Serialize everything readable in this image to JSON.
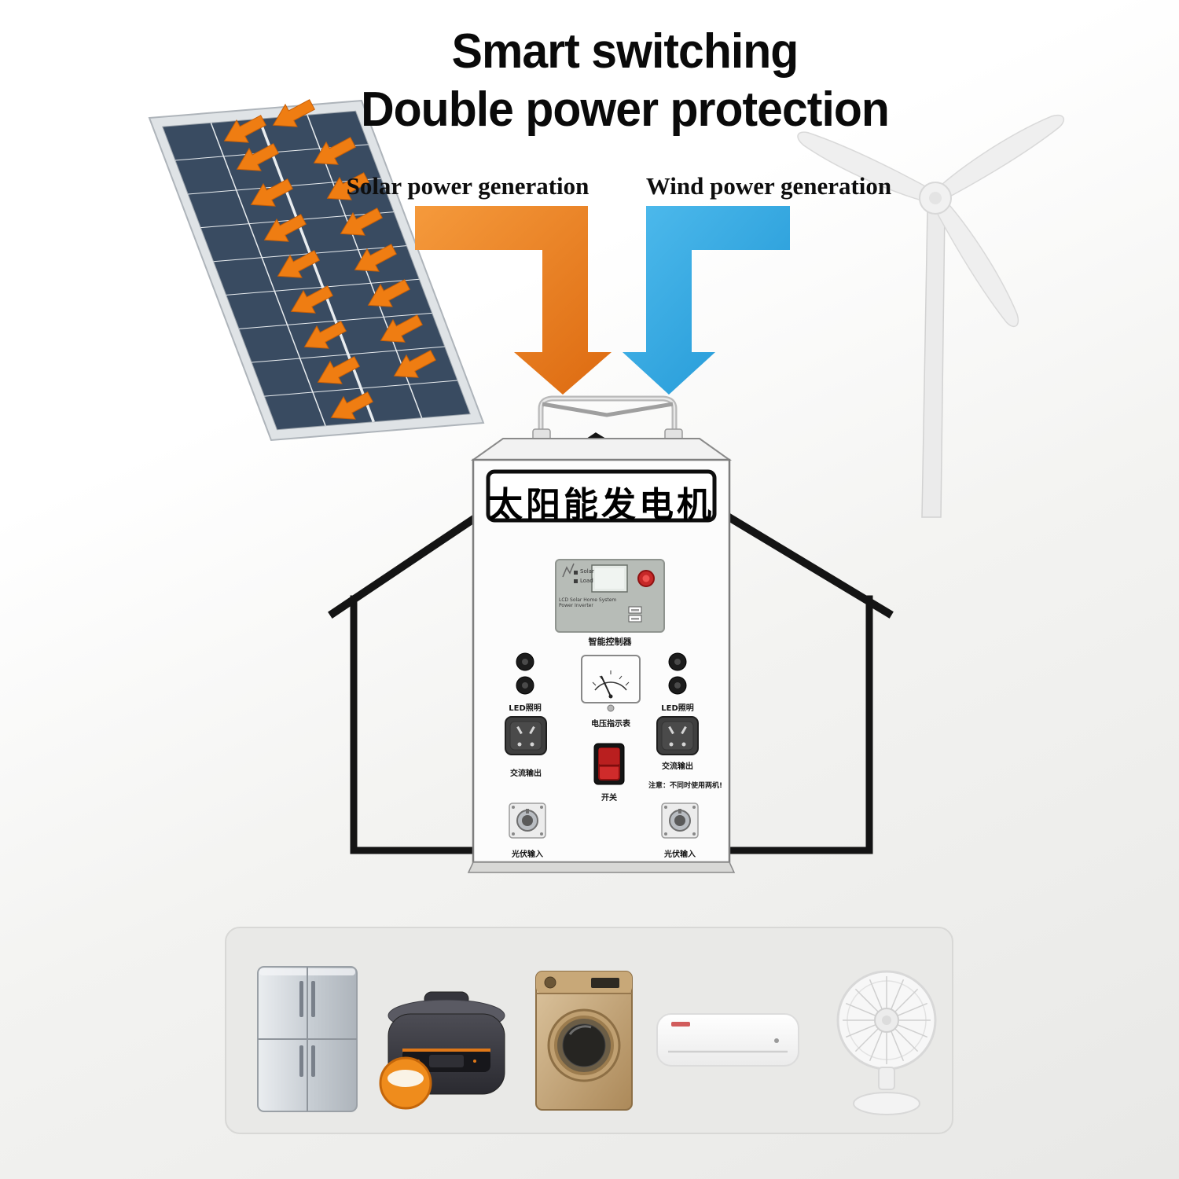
{
  "title": {
    "line1": "Smart switching",
    "line2": "Double power protection"
  },
  "sources": {
    "solar": {
      "label": "Solar power generation",
      "arrow_color": "#e8791c"
    },
    "wind": {
      "label": "Wind power generation",
      "arrow_color": "#2aa7e8"
    }
  },
  "generator": {
    "nameplate": "太阳能发电机",
    "labels": {
      "controller": "智能控制器",
      "led_left": "LED照明",
      "led_right": "LED照明",
      "voltmeter": "电压指示表",
      "ac_out_left": "交流输出",
      "ac_out_right": "交流输出",
      "switch": "开关",
      "notice": "注意：不同时使用两机!",
      "pv_in_left": "光伏输入",
      "pv_in_right": "光伏输入"
    },
    "lcd": {
      "solar": "Solar",
      "load": "Load",
      "caption": "LCD Solar Home System Power Inverter"
    }
  },
  "appliances": {
    "items": [
      "refrigerator",
      "rice-cooker",
      "washing-machine",
      "air-conditioner",
      "desk-fan"
    ]
  },
  "colors": {
    "solar_arrow": "#e8791c",
    "wind_arrow": "#2aa7e8",
    "panel_cell": "#394b61",
    "house_outline": "#141414"
  }
}
